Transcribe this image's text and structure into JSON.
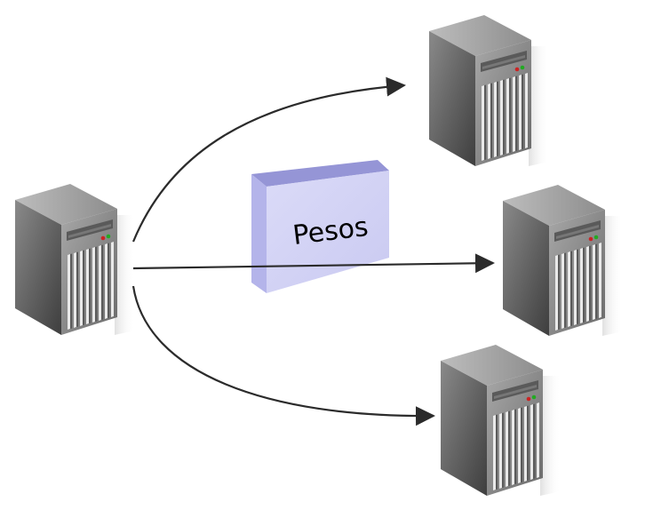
{
  "diagram": {
    "box_label": "Pesos"
  },
  "colors": {
    "background": "#ffffff",
    "arrow": "#2b2b2b",
    "box_front": "#c9c9f3",
    "box_top": "#8a8ad2",
    "box_side": "#a7a7e6",
    "server_body": "#707070",
    "server_front": "#9a9a9a",
    "server_side": "#4f4f4f",
    "led_red": "#cc2222",
    "led_green": "#22aa22"
  },
  "servers": [
    {
      "role": "source"
    },
    {
      "role": "destination"
    },
    {
      "role": "destination"
    },
    {
      "role": "destination"
    }
  ],
  "connections": [
    {
      "from": 0,
      "to": 1
    },
    {
      "from": 0,
      "to": 2
    },
    {
      "from": 0,
      "to": 3
    }
  ]
}
